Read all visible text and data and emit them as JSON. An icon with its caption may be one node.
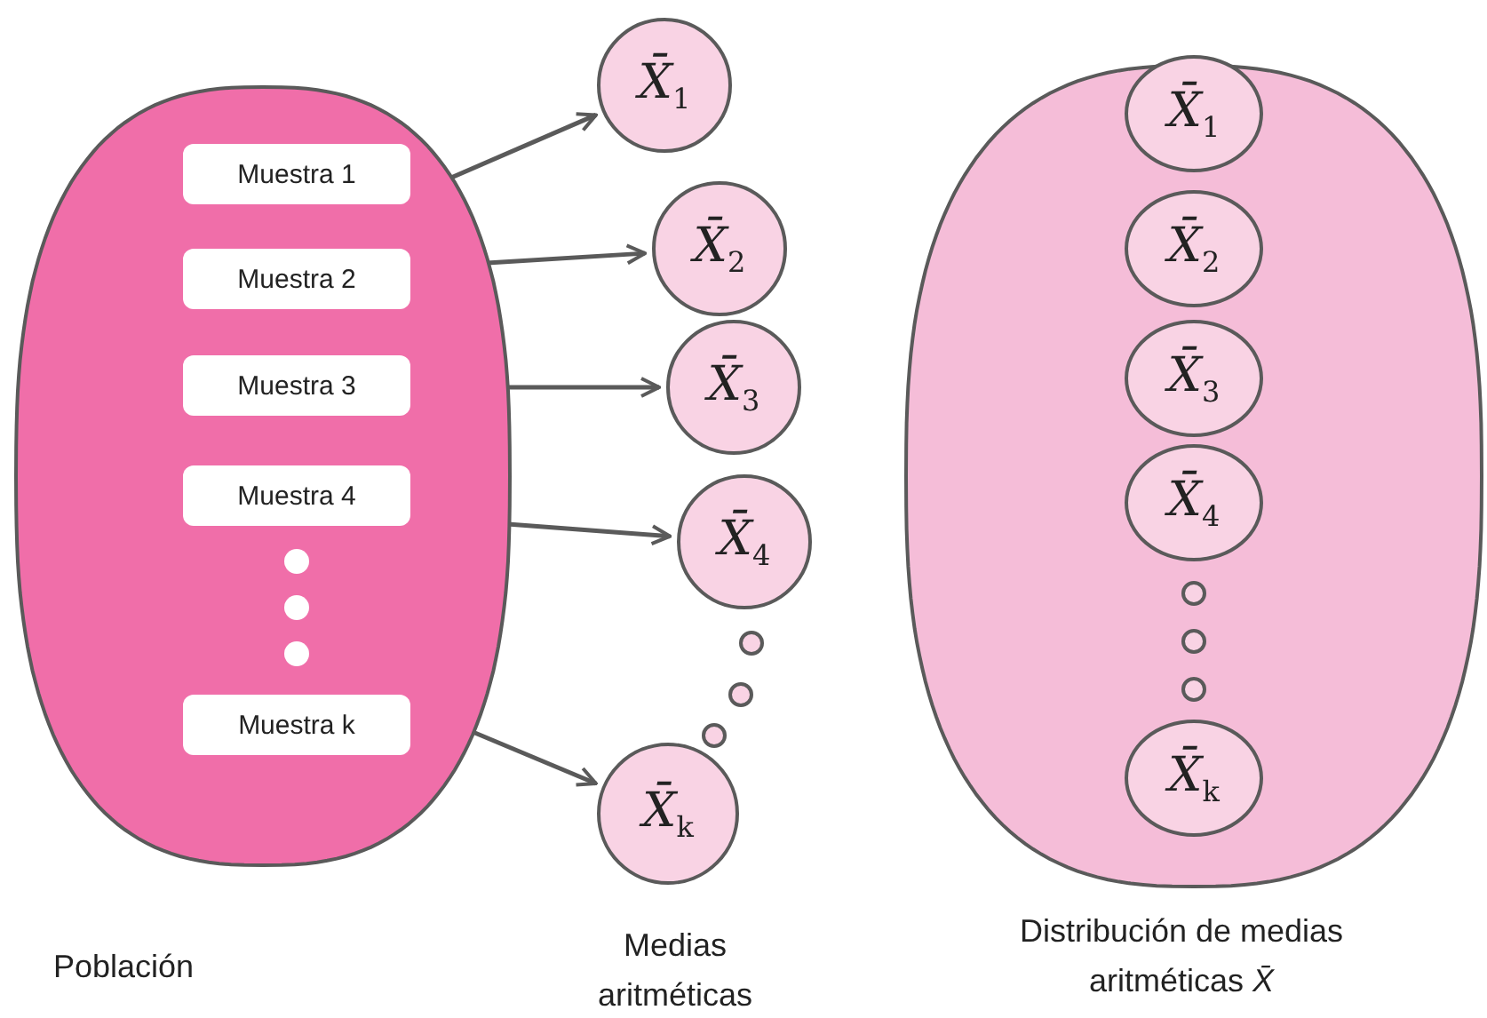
{
  "diagram": {
    "nodes": [
      {
        "text": [],
        "shape": "ellipse",
        "beside": [
          "Población"
        ]
      },
      {
        "text": [
          "Muestra 1"
        ],
        "in": 0
      },
      {
        "text": [
          "Muestra 2"
        ],
        "in": 0
      },
      {
        "text": [
          "Muestra 3"
        ],
        "in": 0
      },
      {
        "text": [
          "Muestra 4"
        ],
        "in": 0
      },
      {
        "text": [],
        "shape": "circle",
        "in": 0
      },
      {
        "text": [],
        "shape": "circle",
        "in": 0
      },
      {
        "text": [],
        "shape": "circle",
        "in": 0
      },
      {
        "text": [
          "Muestra k"
        ],
        "in": 0
      },
      {
        "text": [
          "X̄$_{1}$"
        ]
      },
      {
        "text": [
          "X̄$_{2}$"
        ]
      },
      {
        "text": [
          "X̄$_{3}$"
        ]
      },
      {
        "text": [
          "X̄$_{4}$"
        ]
      },
      {
        "text": [],
        "shape": "circle"
      },
      {
        "text": [],
        "shape": "circle"
      },
      {
        "text": [],
        "shape": "circle"
      },
      {
        "text": [
          "X̄$_{k}$"
        ]
      },
      {
        "text": [],
        "shape": "ellipse",
        "beside": [
          "Distribución de medias aritméticas *X̄*"
        ]
      },
      {
        "text": [
          "X̄$_{1}$"
        ],
        "in": 17
      },
      {
        "text": [
          "X̄$_{2}$"
        ],
        "in": 17
      },
      {
        "text": [
          "X̄$_{3}$"
        ],
        "in": 17
      },
      {
        "text": [
          "X̄$_{4}$"
        ],
        "in": 17
      },
      {
        "text": [],
        "shape": "circle",
        "in": 17
      },
      {
        "text": [],
        "shape": "circle",
        "in": 17
      },
      {
        "text": [],
        "shape": "circle",
        "in": 17
      },
      {
        "text": [
          "X̄$_{k}$"
        ],
        "in": 17
      }
    ],
    "edges": [
      {
        "from": 0,
        "to": 9,
        "arrow": "to"
      },
      {
        "from": 0,
        "to": 10,
        "arrow": "to"
      },
      {
        "from": 0,
        "to": 11,
        "arrow": "to"
      },
      {
        "from": 0,
        "to": 12,
        "arrow": "to"
      },
      {
        "from": 0,
        "to": 16,
        "arrow": "to"
      }
    ],
    "labels": [
      "Medias aritméticas"
    ]
  }
}
